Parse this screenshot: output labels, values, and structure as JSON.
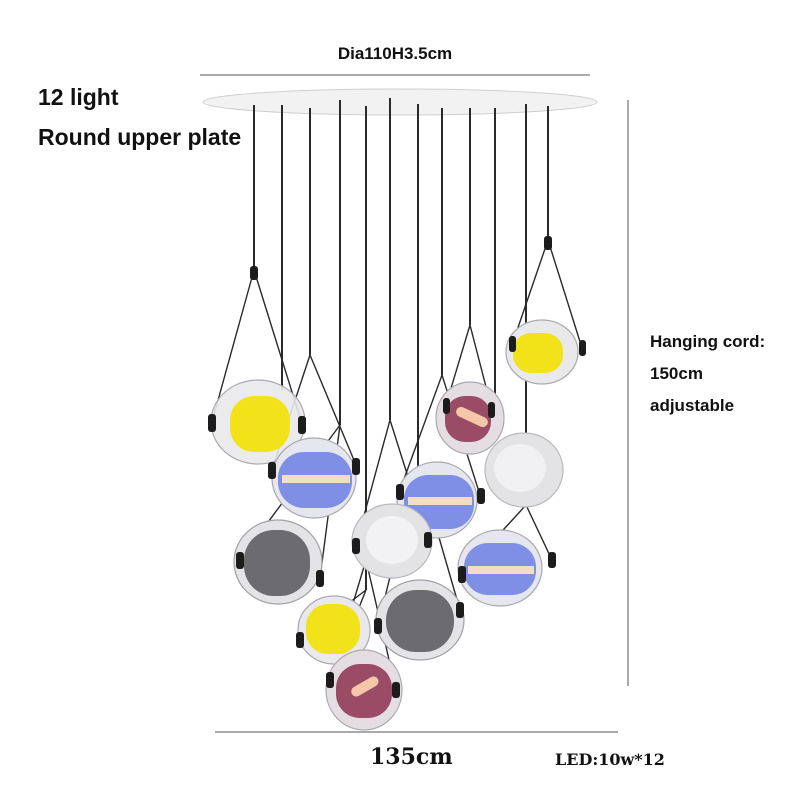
{
  "labels": {
    "top_dimension": "Dia110H3.5cm",
    "light_count": "12 light",
    "plate_type": "Round upper plate",
    "cord_line1": "Hanging cord:",
    "cord_line2": "150cm",
    "cord_line3": "adjustable",
    "bottom_dimension": "135cm",
    "led_spec": "LED:10w*12"
  },
  "shade_colors": {
    "yellow": "#f2e21a",
    "blue": "#7f8fe6",
    "grey": "#6b6b70",
    "pink": "#9a4c66",
    "clear": "#dcdcdf",
    "cord": "#2a2a2a",
    "plate": "#f0f0f0"
  }
}
